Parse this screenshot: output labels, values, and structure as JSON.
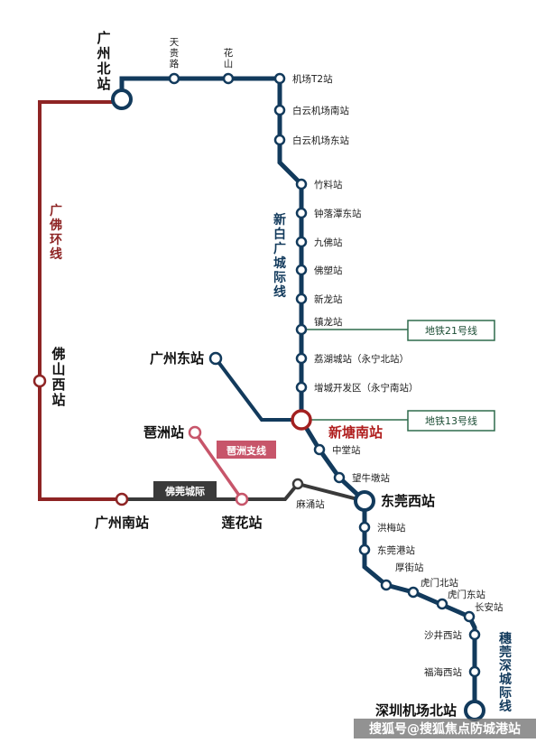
{
  "lines": {
    "xinbai": {
      "label_chars": [
        "新",
        "白",
        "广",
        "城",
        "际",
        "线"
      ],
      "color": "#123a5c"
    },
    "guangfo_huan": {
      "label_chars": [
        "广",
        "佛",
        "环",
        "线"
      ],
      "color": "#8e2424"
    },
    "fogu": {
      "label": "佛莞城际",
      "color": "#3a3a3a"
    },
    "pizhou": {
      "label": "琶洲支线",
      "color": "#c7556a"
    },
    "suiguanshen": {
      "label_chars": [
        "穗",
        "莞",
        "深",
        "城",
        "际",
        "线"
      ],
      "color": "#123a5c"
    },
    "east_branch": {
      "color": "#123a5c"
    }
  },
  "stations": {
    "guangzhou_bei": {
      "chars": [
        "广",
        "州",
        "北",
        "站"
      ]
    },
    "tiangui_lu": {
      "chars": [
        "天",
        "贵",
        "路"
      ]
    },
    "huashan": {
      "chars": [
        "花",
        "山"
      ]
    },
    "jichang_t2": {
      "label": "机场T2站"
    },
    "baiyun_jichang_nan": {
      "label": "白云机场南站"
    },
    "baiyun_jichang_dong": {
      "label": "白云机场东站"
    },
    "zhuliao": {
      "label": "竹料站"
    },
    "zhongluotan_dong": {
      "label": "钟落潭东站"
    },
    "jiufo": {
      "label": "九佛站"
    },
    "fosu": {
      "label": "佛塑站"
    },
    "xinlong": {
      "label": "新龙站"
    },
    "zhenlong": {
      "label": "镇龙站"
    },
    "lihu_cheng": {
      "label": "荔湖城站（永宁北站）"
    },
    "zengcheng_kaifaqu": {
      "label": "增城开发区（永宁南站）"
    },
    "xintang_nan": {
      "label": "新塘南站"
    },
    "zhongtang": {
      "label": "中堂站"
    },
    "wangniudun": {
      "label": "望牛墩站"
    },
    "dongguan_xi": {
      "label": "东莞西站"
    },
    "hongmei": {
      "label": "洪梅站"
    },
    "dongguan_gang": {
      "label": "东莞港站"
    },
    "houjie": {
      "label": "厚街站"
    },
    "humen_bei": {
      "label": "虎门北站"
    },
    "humen_dong": {
      "label": "虎门东站"
    },
    "chang_an": {
      "label": "长安站"
    },
    "shajing_xi": {
      "label": "沙井西站"
    },
    "fuhai_xi": {
      "label": "福海西站"
    },
    "shenzhen_jichang_bei": {
      "label": "深圳机场北站"
    },
    "guangzhou_dong": {
      "label": "广州东站"
    },
    "pizhou_stn": {
      "label": "琶洲站"
    },
    "foshan_xi": {
      "chars": [
        "佛",
        "山",
        "西",
        "站"
      ]
    },
    "guangzhou_nan": {
      "label": "广州南站"
    },
    "lianhua": {
      "label": "莲花站"
    },
    "mayong": {
      "label": "麻涌站"
    }
  },
  "transfers": {
    "metro21": {
      "label": "地铁21号线"
    },
    "metro13": {
      "label": "地铁13号线"
    }
  },
  "watermark": {
    "label": "搜狐号@搜狐焦点防城港站"
  }
}
